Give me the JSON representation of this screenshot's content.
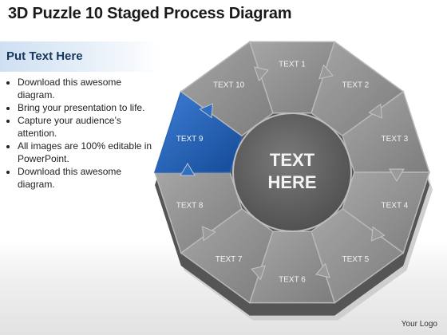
{
  "page": {
    "title": "3D Puzzle 10 Staged Process Diagram"
  },
  "sidebar": {
    "heading": "Put Text Here",
    "bullets": [
      "Download this awesome diagram.",
      "Bring your presentation to life.",
      "Capture your audience’s attention.",
      "All images are 100% editable in PowerPoint.",
      "Download this awesome diagram."
    ]
  },
  "diagram": {
    "center_lines": [
      "TEXT",
      "HERE"
    ],
    "highlight_index": 8,
    "segments": [
      {
        "label": "TEXT 1"
      },
      {
        "label": "TEXT 2"
      },
      {
        "label": "TEXT 3"
      },
      {
        "label": "TEXT 4"
      },
      {
        "label": "TEXT 5"
      },
      {
        "label": "TEXT 6"
      },
      {
        "label": "TEXT 7"
      },
      {
        "label": "TEXT 8"
      },
      {
        "label": "TEXT 9"
      },
      {
        "label": "TEXT 10"
      }
    ]
  },
  "colors": {
    "highlight": "#1f5fb5",
    "segment": "#8c8c8c",
    "center": "#5f5f5f"
  },
  "footer": {
    "logo": "Your Logo"
  }
}
